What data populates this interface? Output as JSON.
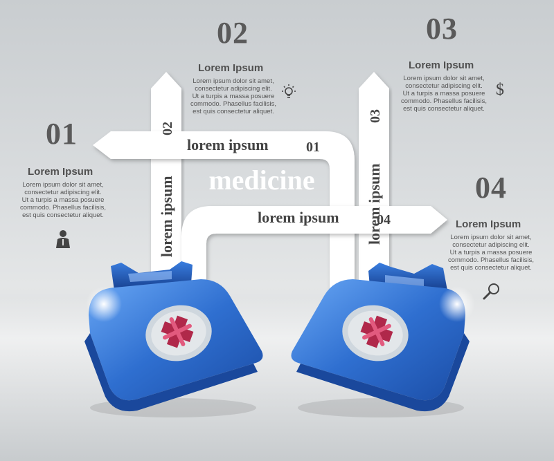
{
  "center": {
    "title": "medicine",
    "arrows": [
      {
        "label": "lorem ipsum",
        "num": "01"
      },
      {
        "label": "lorem ipsum",
        "num": "02"
      },
      {
        "label": "lorem ipsum",
        "num": "03"
      },
      {
        "label": "lorem ipsum",
        "num": "04"
      }
    ]
  },
  "blocks": [
    {
      "num": "01",
      "title": "Lorem Ipsum",
      "lines": [
        "Lorem ipsum dolor sit amet,",
        "consectetur adipiscing elit.",
        "Ut a turpis a massa posuere",
        "commodo. Phasellus facilisis,",
        "est quis consectetur aliquet."
      ],
      "icon": "person-icon"
    },
    {
      "num": "02",
      "title": "Lorem Ipsum",
      "lines": [
        "Lorem ipsum dolor sit amet,",
        "consectetur adipiscing elit.",
        "Ut a turpis a massa posuere",
        "commodo. Phasellus facilisis,",
        "est quis consectetur aliquet."
      ],
      "icon": "lightbulb-icon"
    },
    {
      "num": "03",
      "title": "Lorem Ipsum",
      "lines": [
        "Lorem ipsum dolor sit amet,",
        "consectetur adipiscing elit.",
        "Ut a turpis a massa posuere",
        "commodo. Phasellus facilisis,",
        "est quis consectetur aliquet."
      ],
      "icon": "dollar-icon"
    },
    {
      "num": "04",
      "title": "Lorem Ipsum",
      "lines": [
        "Lorem ipsum dolor sit amet,",
        "consectetur adipiscing elit.",
        "Ut a turpis a massa posuere",
        "commodo. Phasellus facilisis,",
        "est quis consectetur aliquet."
      ],
      "icon": "magnifier-icon"
    }
  ],
  "colors": {
    "kit_blue": "#2f6fd0",
    "cross_red": "#b0284a",
    "text_gray": "#555555"
  }
}
